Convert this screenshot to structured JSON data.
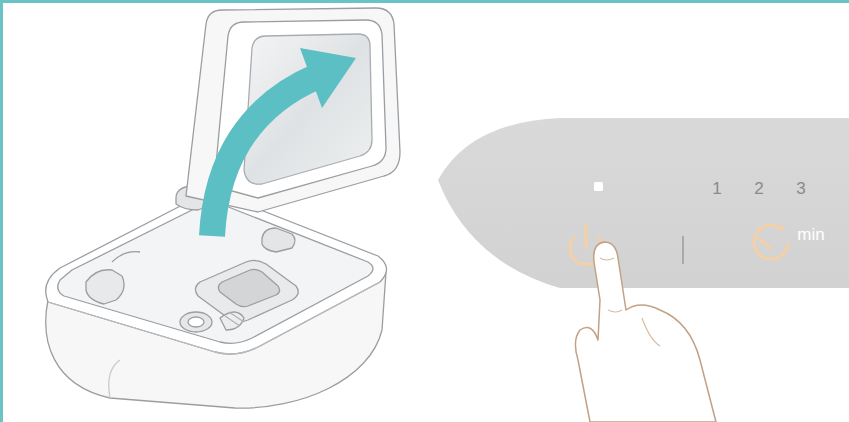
{
  "diagram": {
    "labels": [
      "1",
      "2",
      "3",
      "min"
    ]
  }
}
